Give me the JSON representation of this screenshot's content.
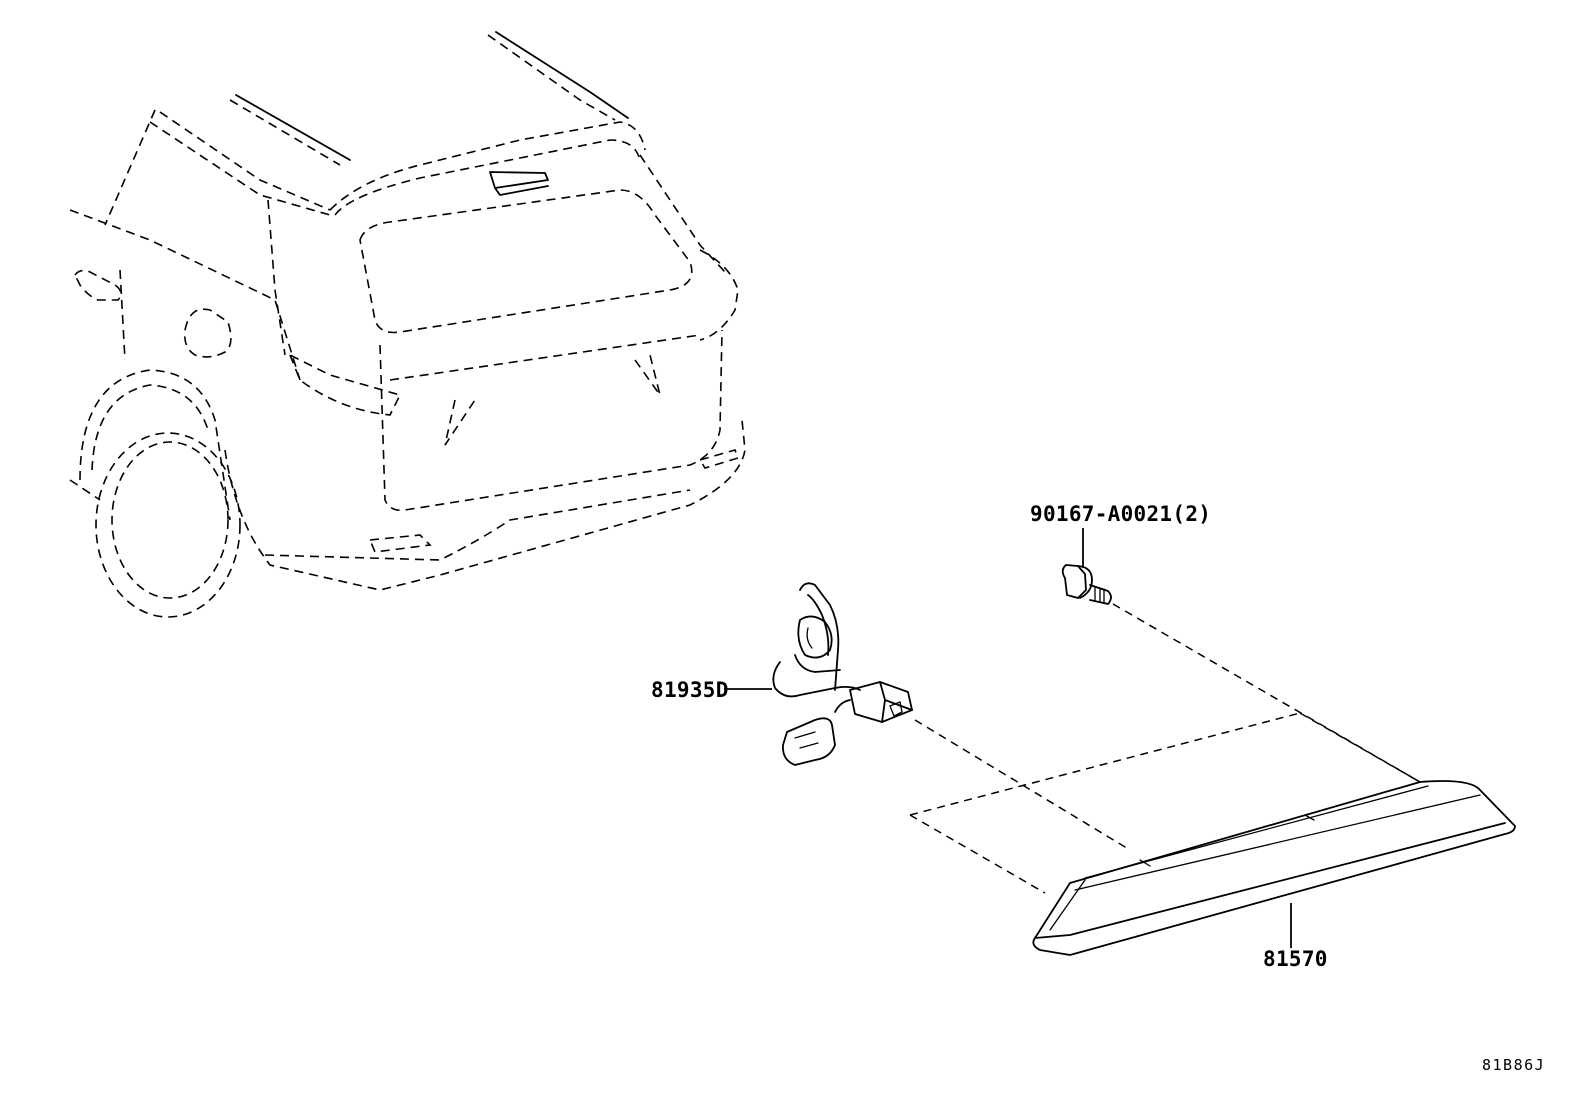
{
  "diagram": {
    "parts": [
      {
        "id": "bolt",
        "label": "90167-A0021(2)",
        "icon": "bolt-icon"
      },
      {
        "id": "socket",
        "label": "81935D",
        "icon": "socket-wire-icon"
      },
      {
        "id": "lamp",
        "label": "81570",
        "icon": "stop-lamp-icon"
      }
    ],
    "vehicle_icon": "suv-rear-view-icon",
    "ref_code": "81B86J"
  }
}
